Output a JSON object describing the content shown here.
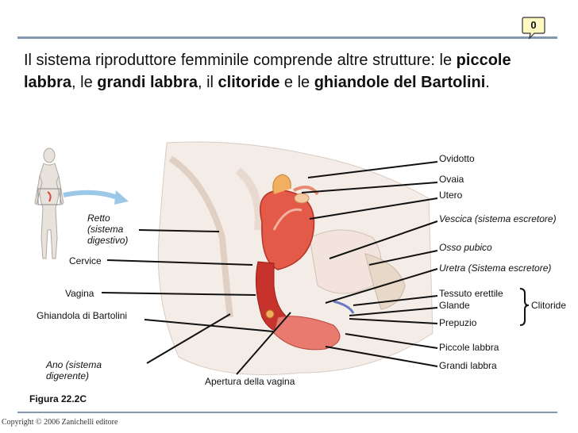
{
  "badge": {
    "count": "0"
  },
  "heading": {
    "part1": "Il sistema riproduttore femminile comprende altre strutture: le ",
    "bold1": "piccole labbra",
    "part2": ", le ",
    "bold2": "grandi labbra",
    "part3": ", il ",
    "bold3": "clitoride",
    "part4": " e le ",
    "bold4": "ghiandole del Bartolini",
    "part5": "."
  },
  "labels": {
    "ovidotto": "Ovidotto",
    "ovaia": "Ovaia",
    "utero": "Utero",
    "vescica": "Vescica (sistema escretore)",
    "osso_pubico": "Osso pubico",
    "uretra": "Uretra (Sistema escretore)",
    "tessuto_erettile": "Tessuto erettile",
    "glande": "Glande",
    "prepuzio": "Prepuzio",
    "clitoride": "Clitoride",
    "piccole_labbra": "Piccole labbra",
    "grandi_labbra": "Grandi labbra",
    "retto_l1": "Retto",
    "retto_l2": "(sistema",
    "retto_l3": "digestivo)",
    "cervice": "Cervice",
    "vagina": "Vagina",
    "ghiandola": "Ghiandola di Bartolini",
    "ano_l1": "Ano (sistema",
    "ano_l2": "digerente)",
    "apertura": "Apertura della vagina"
  },
  "figure_label": "Figura 22.2C",
  "copyright": "Copyright © 2006 Zanichelli editore",
  "colors": {
    "accent_rule": "#8497b0",
    "tissue_red": "#d9463a",
    "tissue_pink": "#f0a0a0",
    "bone": "#e8d8c8"
  }
}
